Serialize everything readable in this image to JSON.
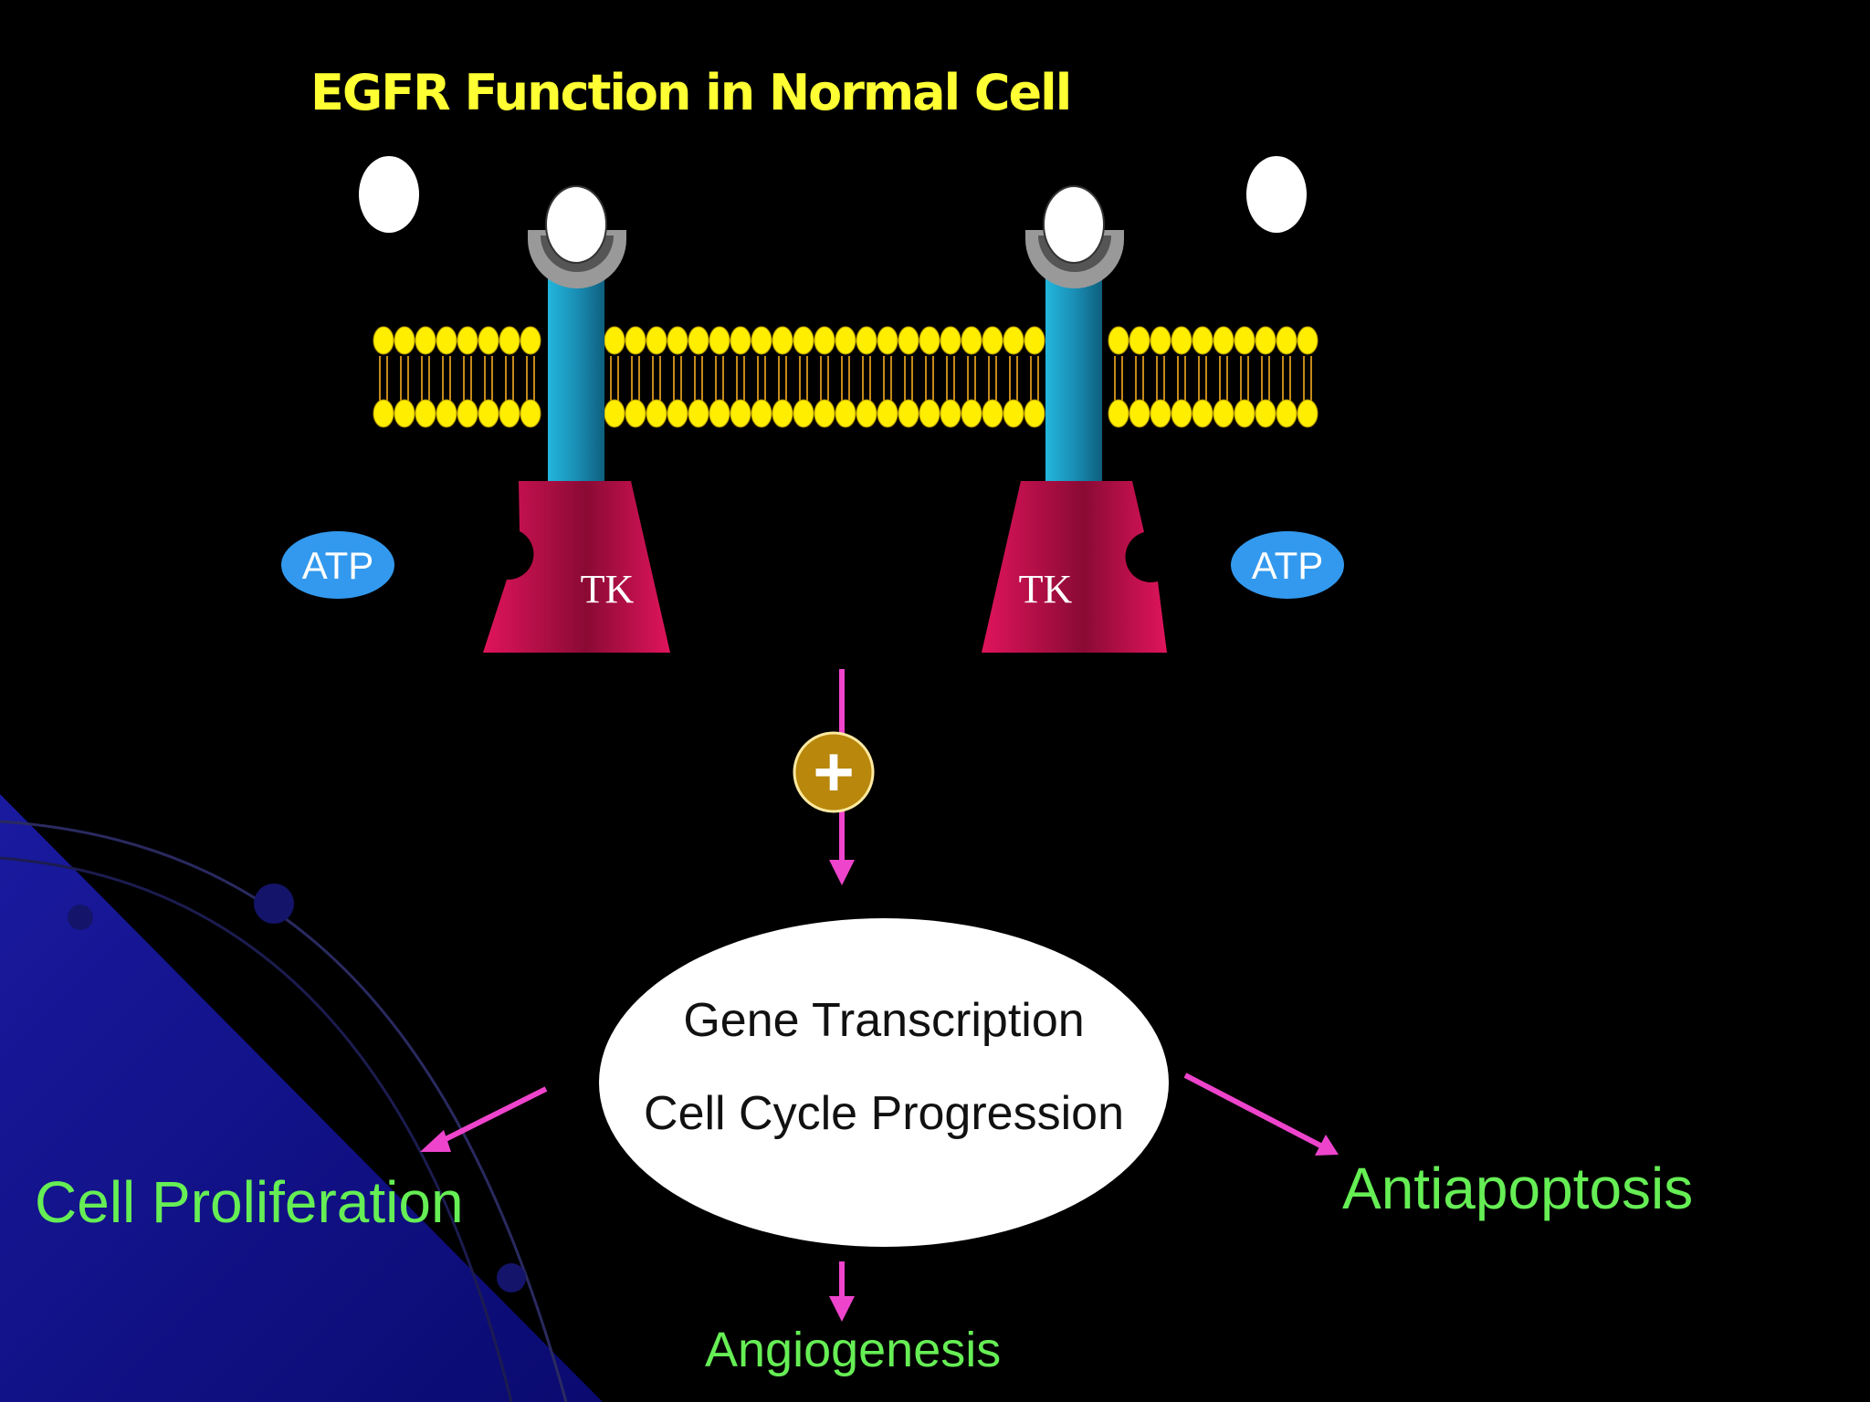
{
  "slide": {
    "title": "EGFR Function in Normal Cell"
  },
  "receptors": [
    {
      "kinase_label": "TK",
      "atp_label": "ATP"
    },
    {
      "kinase_label": "TK",
      "atp_label": "ATP"
    }
  ],
  "activation": {
    "symbol": "+"
  },
  "core_process": {
    "line1": "Gene Transcription",
    "line2": "Cell Cycle Progression"
  },
  "outcomes": {
    "left": "Cell Proliferation",
    "right": "Antiapoptosis",
    "bottom": "Angiogenesis"
  },
  "colors": {
    "background": "#000000",
    "title": "#ffff33",
    "membrane_heads": "#ffee00",
    "receptor_stalk": "#1a9fc4",
    "tyrosine_kinase": "#c8104e",
    "atp": "#3399ee",
    "arrow": "#ee44cc",
    "plus_circle": "#b8870b",
    "outcome_text": "#66ee55"
  }
}
